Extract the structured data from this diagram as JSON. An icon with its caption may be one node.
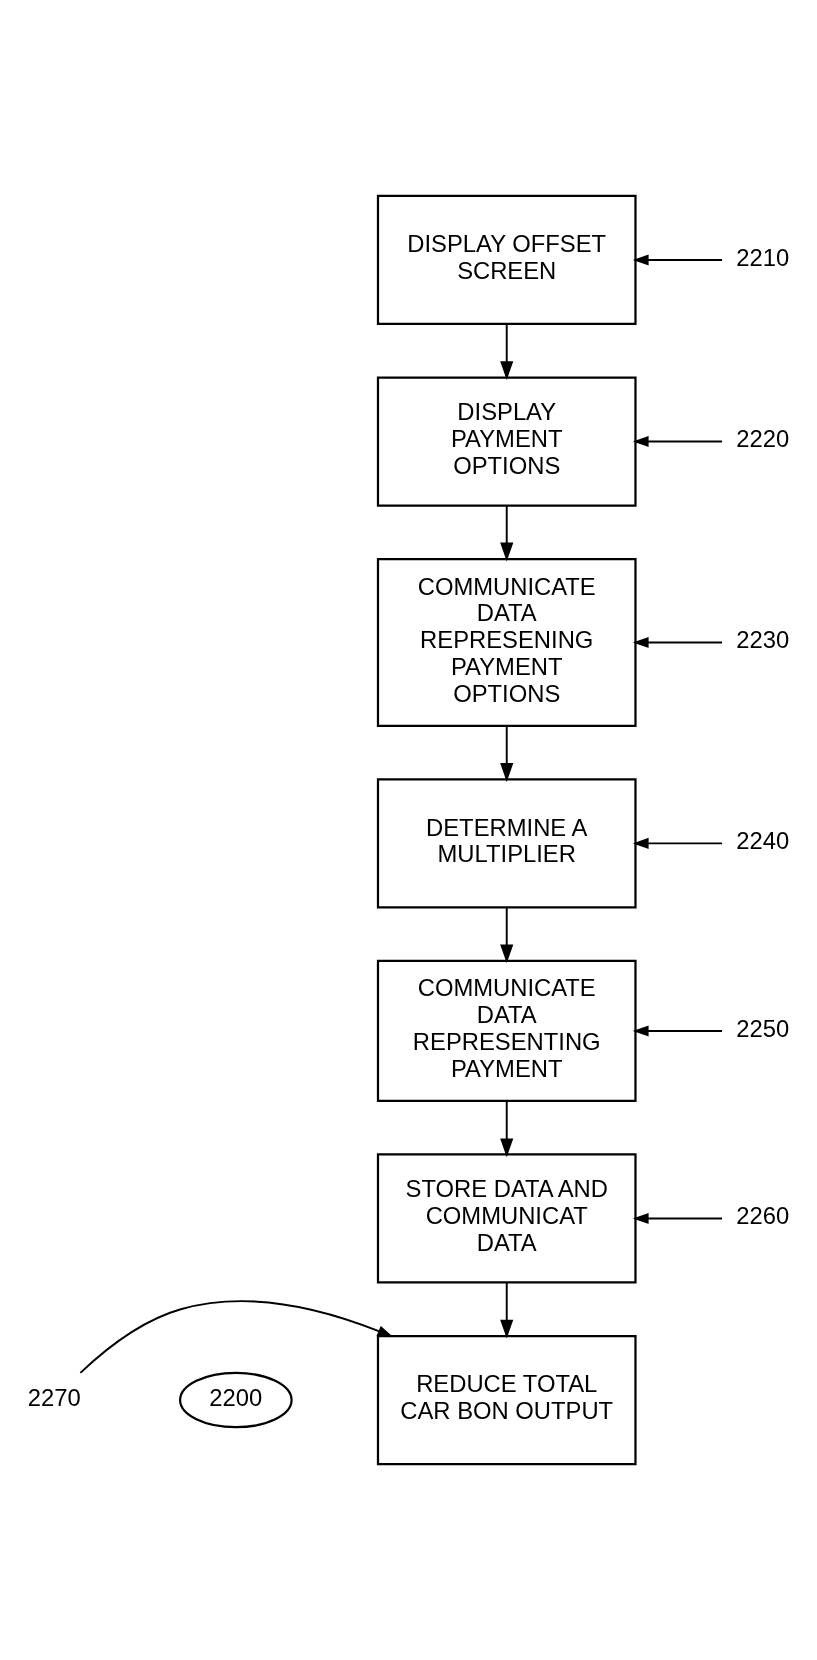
{
  "diagram": {
    "nodes": [
      {
        "text": [
          "DISPLAY OFFSET SCREEN"
        ]
      },
      {
        "text": [
          "2210"
        ]
      },
      {
        "text": [
          "DISPLAY PAYMENT OPTIONS"
        ]
      },
      {
        "text": [
          "2220"
        ]
      },
      {
        "text": [
          "COMMUNICATE DATA REPRESENING PAYMENT OPTIONS"
        ]
      },
      {
        "text": [
          "2230"
        ]
      },
      {
        "text": [
          "DETERMINE A MULTIPLIER"
        ]
      },
      {
        "text": [
          "2240"
        ]
      },
      {
        "text": [
          "COMMUNICATE DATA REPRESENTING PAYMENT"
        ]
      },
      {
        "text": [
          "2250"
        ]
      },
      {
        "text": [
          "STORE DATA AND COMMUNICAT DATA"
        ]
      },
      {
        "text": [
          "2260"
        ]
      },
      {
        "text": [
          "REDUCE TOTAL CAR BON OUTPUT"
        ]
      },
      {
        "text": [
          "2270"
        ]
      },
      {
        "text": [
          "2200"
        ]
      }
    ],
    "edges": [
      {
        "from": 0,
        "to": 2,
        "arrow": "to"
      },
      {
        "from": 2,
        "to": 4,
        "arrow": "to"
      },
      {
        "from": 4,
        "to": 6,
        "arrow": "to"
      },
      {
        "from": 6,
        "to": 8,
        "arrow": "to"
      },
      {
        "from": 8,
        "to": 10,
        "arrow": "to"
      },
      {
        "from": 10,
        "to": 12,
        "arrow": "to"
      },
      {
        "from": 1,
        "to": 0,
        "arrow": "to"
      },
      {
        "from": 3,
        "to": 2,
        "arrow": "to"
      },
      {
        "from": 5,
        "to": 4,
        "arrow": "to"
      },
      {
        "from": 7,
        "to": 6,
        "arrow": "to"
      },
      {
        "from": 9,
        "to": 8,
        "arrow": "to"
      },
      {
        "from": 11,
        "to": 10,
        "arrow": "to"
      },
      {
        "from": 13,
        "to": 12,
        "arrow": "to"
      }
    ]
  }
}
